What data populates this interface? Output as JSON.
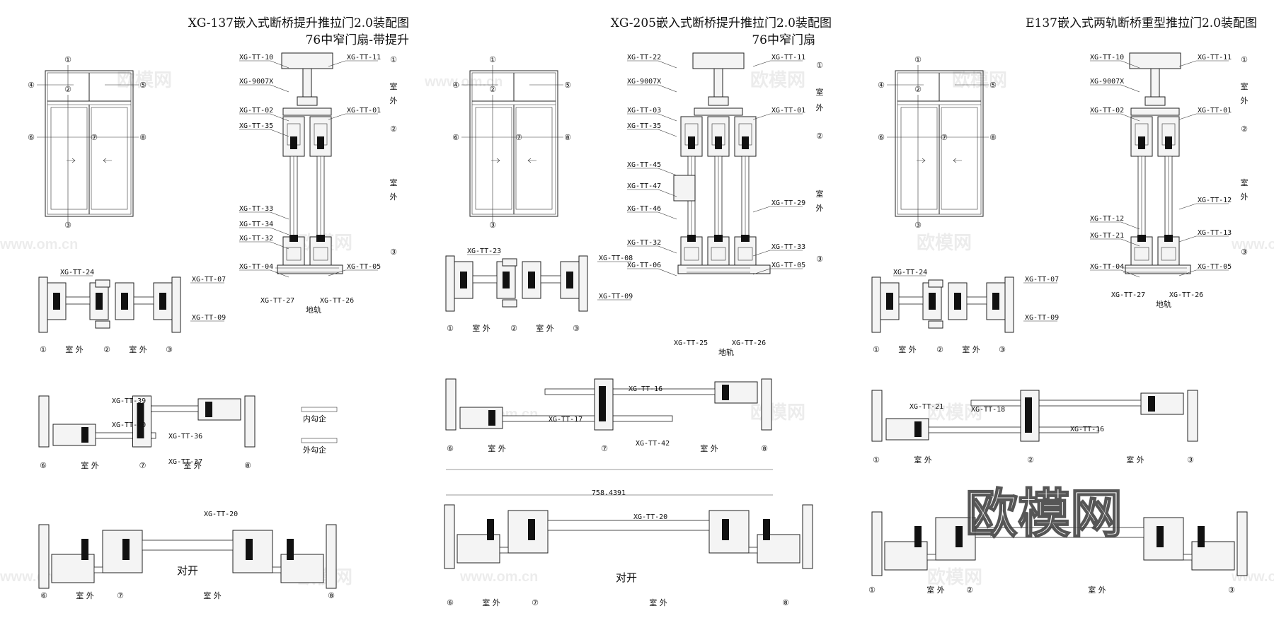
{
  "panels": [
    {
      "title_line1": "XG-137嵌入式断桥提升推拉门2.0装配图",
      "title_line2": "76中窄门扇-带提升",
      "elevation_markers": [
        "①",
        "②",
        "④",
        "⑤",
        "⑥",
        "⑦",
        "⑧",
        "③"
      ],
      "vsection_left_labels": [
        "XG-TT-10",
        "XG-9007X",
        "XG-TT-02",
        "XG-TT-35",
        "XG-TT-33",
        "XG-TT-34",
        "XG-TT-32",
        "XG-TT-04"
      ],
      "vsection_right_labels": [
        "XG-TT-11",
        "XG-TT-01",
        "XG-TT-05"
      ],
      "vsection_bottom_labels": [
        "XG-TT-27",
        "XG-TT-26"
      ],
      "vsection_bottom_caption": "地轨",
      "vsection_side": [
        "①",
        "室",
        "外",
        "②",
        "室",
        "外",
        "③"
      ],
      "hsec1_labels": [
        "XG-TT-24",
        "XG-TT-07",
        "XG-TT-09"
      ],
      "hsec1_bottom": [
        "①",
        "室 外",
        "②",
        "室 外",
        "③"
      ],
      "hsec2_labels": [
        "XG-TT-39",
        "XG-TT-40",
        "XG-TT-36",
        "XG-TT-37"
      ],
      "hsec2_small": [
        "内勾企",
        "外勾企"
      ],
      "hsec2_bottom": [
        "⑥",
        "室 外",
        "⑦",
        "室 外",
        "⑧"
      ],
      "hsec3_label": "XG-TT-20",
      "hsec3_center": "对开",
      "hsec3_bottom": [
        "⑥",
        "室 外",
        "⑦",
        "室 外",
        "⑧"
      ]
    },
    {
      "title_line1": "XG-205嵌入式断桥提升推拉门2.0装配图",
      "title_line2": "76中窄门扇",
      "elevation_markers": [
        "①",
        "②",
        "④",
        "⑤",
        "⑥",
        "⑦",
        "⑧",
        "③"
      ],
      "vsection_left_labels": [
        "XG-TT-22",
        "XG-9007X",
        "XG-TT-03",
        "XG-TT-35",
        "XG-TT-45",
        "XG-TT-47",
        "XG-TT-46",
        "XG-TT-32",
        "XG-TT-06"
      ],
      "vsection_right_labels": [
        "XG-TT-11",
        "XG-TT-01",
        "XG-TT-29",
        "XG-TT-33",
        "XG-TT-05"
      ],
      "vsection_bottom_labels": [
        "XG-TT-25",
        "XG-TT-26"
      ],
      "vsection_bottom_caption": "地轨",
      "vsection_side": [
        "①",
        "室",
        "外",
        "②",
        "室",
        "外",
        "③"
      ],
      "hsec1_labels": [
        "XG-TT-23",
        "XG-TT-08",
        "XG-TT-09"
      ],
      "hsec1_bottom": [
        "①",
        "室 外",
        "②",
        "室 外",
        "③"
      ],
      "hsec2_labels": [
        "XG-TT-16",
        "XG-TT-17",
        "XG-TT-42"
      ],
      "hsec2_dim": "758.4391",
      "hsec2_bottom": [
        "⑥",
        "室 外",
        "⑦",
        "室 外",
        "⑧"
      ],
      "hsec3_label": "XG-TT-20",
      "hsec3_center": "对开",
      "hsec3_bottom": [
        "⑥",
        "室 外",
        "⑦",
        "室 外",
        "⑧"
      ]
    },
    {
      "title_line1": "E137嵌入式两轨断桥重型推拉门2.0装配图",
      "elevation_markers": [
        "①",
        "②",
        "④",
        "⑤",
        "⑥",
        "⑦",
        "⑧",
        "③"
      ],
      "vsection_left_labels": [
        "XG-TT-10",
        "XG-9007X",
        "XG-TT-02",
        "XG-TT-12",
        "XG-TT-21",
        "XG-TT-04"
      ],
      "vsection_right_labels": [
        "XG-TT-11",
        "XG-TT-01",
        "XG-TT-12",
        "XG-TT-13",
        "XG-TT-05"
      ],
      "vsection_bottom_labels": [
        "XG-TT-27",
        "XG-TT-26"
      ],
      "vsection_bottom_caption": "地轨",
      "vsection_side": [
        "①",
        "室",
        "外",
        "②",
        "室",
        "外",
        "③"
      ],
      "hsec1_labels": [
        "XG-TT-24",
        "XG-TT-07",
        "XG-TT-09"
      ],
      "hsec1_bottom": [
        "①",
        "室 外",
        "②",
        "室 外",
        "③"
      ],
      "hsec2_labels": [
        "XG-TT-21",
        "XG-TT-18",
        "XG-TT-16"
      ],
      "hsec2_bottom": [
        "①",
        "室 外",
        "②",
        "室 外",
        "③"
      ],
      "hsec3_bottom": [
        "①",
        "室 外",
        "②",
        "室 外",
        "③"
      ]
    }
  ],
  "watermark": {
    "text": "欧模网",
    "url": "www.om.cn"
  }
}
